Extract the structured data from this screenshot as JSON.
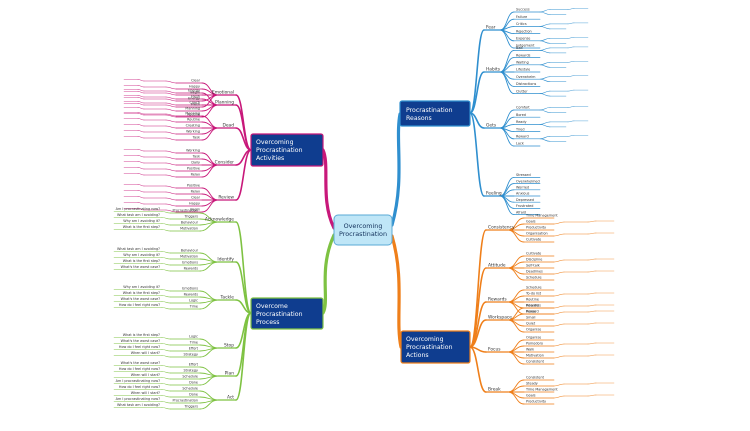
{
  "center": {
    "line1": "Overcoming",
    "line2": "Procrastination"
  },
  "colors": {
    "reasons": "#2f8fcf",
    "activities": "#c8187a",
    "process": "#7ec242",
    "actions": "#ef7f1a",
    "topic_fill": "#0f3d8f",
    "center_fill": "#bfe6f7"
  },
  "topics": {
    "reasons": {
      "line1": "Procrastination",
      "line2": "Reasons"
    },
    "activities": {
      "line1": "Overcoming",
      "line2": "Procrastination",
      "line3": "Activities"
    },
    "process": {
      "line1": "Overcome",
      "line2": "Procrastination",
      "line3": "Process"
    },
    "actions": {
      "line1": "Overcoming",
      "line2": "Procrastination",
      "line3": "Actions"
    }
  },
  "reasons": {
    "branches": [
      "Fear",
      "Habits",
      "Gets",
      "Feeling"
    ],
    "fear_items": [
      "Success",
      "Failure",
      "Critics",
      "Rejection",
      "Expense",
      "Judgement"
    ],
    "habits_items": [
      "Bad",
      "Rewards",
      "Waiting",
      "Lifestyle",
      "Overwhelm",
      "Distractions",
      "Clutter"
    ],
    "gets_items": [
      "Comfort",
      "Bored",
      "Ready",
      "Tired",
      "Reward",
      "Lack"
    ],
    "feeling_items": [
      "Stressed",
      "Overwhelmed",
      "Worried",
      "Anxious",
      "Depressed",
      "Frustrated",
      "Afraid"
    ]
  },
  "activities": {
    "branches": [
      "Emotional",
      "Planning",
      "Dead",
      "Consider",
      "Review"
    ],
    "items": [
      "Clear",
      "Happy",
      "Begin",
      "Energy",
      "Fresh",
      "Coach",
      "Planning",
      "Routine",
      "Creating",
      "Working",
      "Task",
      "Daily",
      "Positive",
      "Relax"
    ]
  },
  "process": {
    "branches": [
      "Acknowledge",
      "Identify",
      "Tackle",
      "Stop",
      "Plan",
      "Act"
    ],
    "questions": [
      "Am I procrastinating now?",
      "What task am I avoiding?",
      "Why am I avoiding it?",
      "What is the first step?",
      "What's the worst case?",
      "How do I feel right now?",
      "When will I start?"
    ],
    "labels": [
      "Procrastination",
      "Triggers",
      "Behaviour",
      "Motivation",
      "Emotions",
      "Rewards",
      "Logic",
      "Time",
      "Effort",
      "Strategy",
      "Schedule",
      "Done"
    ]
  },
  "actions": {
    "branches": [
      "Consistency",
      "Attitude",
      "Rewards",
      "Workspace",
      "Focus",
      "Break"
    ],
    "items": [
      "Time Management",
      "Goals",
      "Productivity",
      "Organisation",
      "Cultivate",
      "Discipline",
      "Self-talk",
      "Deadlines",
      "Schedule",
      "To-do list",
      "Routine",
      "Priorities",
      "Reward",
      "Praise",
      "Small",
      "Quiet",
      "Organise",
      "Pomodoro",
      "Walk",
      "Motivation",
      "Consistent",
      "Steady"
    ]
  }
}
